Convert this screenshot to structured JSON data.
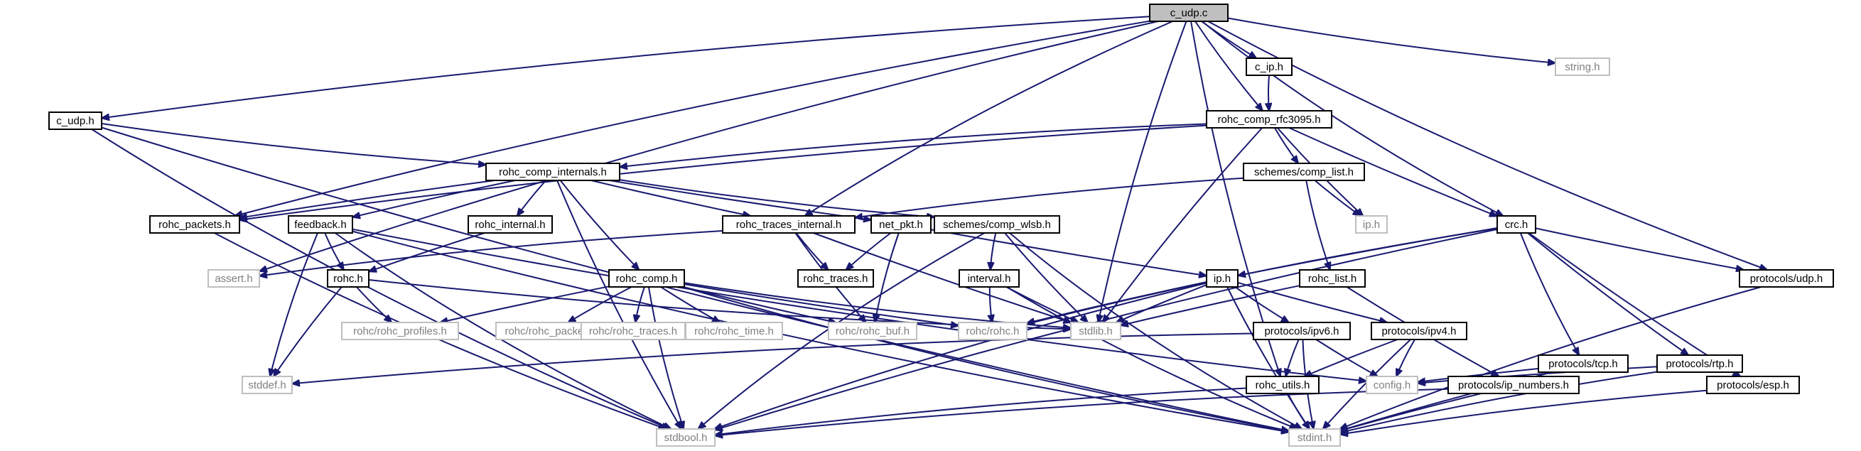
{
  "diagram": {
    "title": "",
    "colors": {
      "edge": "#191970",
      "root_fill": "#bfbfbf",
      "node_border": "#000000",
      "external_border": "#bfbfbf",
      "external_text": "#7f7f7f"
    },
    "nodes": [
      {
        "id": "c_udp_c",
        "label": "c_udp.c",
        "kind": "root"
      },
      {
        "id": "c_ip_h",
        "label": "c_ip.h",
        "kind": "file"
      },
      {
        "id": "string_h",
        "label": "string.h",
        "kind": "external"
      },
      {
        "id": "c_udp_h",
        "label": "c_udp.h",
        "kind": "file"
      },
      {
        "id": "rohc_comp_rfc3095_h",
        "label": "rohc_comp_rfc3095.h",
        "kind": "file"
      },
      {
        "id": "rohc_comp_internals_h",
        "label": "rohc_comp_internals.h",
        "kind": "file"
      },
      {
        "id": "schemes_comp_list_h",
        "label": "schemes/comp_list.h",
        "kind": "file"
      },
      {
        "id": "rohc_packets_h",
        "label": "rohc_packets.h",
        "kind": "file"
      },
      {
        "id": "feedback_h",
        "label": "feedback.h",
        "kind": "file"
      },
      {
        "id": "rohc_internal_h",
        "label": "rohc_internal.h",
        "kind": "file"
      },
      {
        "id": "rohc_traces_internal_h",
        "label": "rohc_traces_internal.h",
        "kind": "file"
      },
      {
        "id": "net_pkt_h",
        "label": "net_pkt.h",
        "kind": "file"
      },
      {
        "id": "schemes_comp_wlsb_h",
        "label": "schemes/comp_wlsb.h",
        "kind": "file"
      },
      {
        "id": "ip_h_ext",
        "label": "ip.h",
        "kind": "external"
      },
      {
        "id": "crc_h",
        "label": "crc.h",
        "kind": "file"
      },
      {
        "id": "assert_h",
        "label": "assert.h",
        "kind": "external"
      },
      {
        "id": "rohc_h",
        "label": "rohc.h",
        "kind": "file"
      },
      {
        "id": "rohc_comp_h",
        "label": "rohc_comp.h",
        "kind": "file"
      },
      {
        "id": "rohc_traces_h",
        "label": "rohc_traces.h",
        "kind": "file"
      },
      {
        "id": "interval_h",
        "label": "interval.h",
        "kind": "file"
      },
      {
        "id": "ip_h",
        "label": "ip.h",
        "kind": "file"
      },
      {
        "id": "rohc_list_h",
        "label": "rohc_list.h",
        "kind": "file"
      },
      {
        "id": "protocols_udp_h",
        "label": "protocols/udp.h",
        "kind": "file"
      },
      {
        "id": "rohc_rohc_profiles_h",
        "label": "rohc/rohc_profiles.h",
        "kind": "external"
      },
      {
        "id": "rohc_rohc_packets_h",
        "label": "rohc/rohc_packets.h",
        "kind": "external"
      },
      {
        "id": "rohc_rohc_traces_h",
        "label": "rohc/rohc_traces.h",
        "kind": "external"
      },
      {
        "id": "rohc_rohc_time_h",
        "label": "rohc/rohc_time.h",
        "kind": "external"
      },
      {
        "id": "rohc_rohc_buf_h",
        "label": "rohc/rohc_buf.h",
        "kind": "external"
      },
      {
        "id": "rohc_rohc_h",
        "label": "rohc/rohc.h",
        "kind": "external"
      },
      {
        "id": "stdlib_h",
        "label": "stdlib.h",
        "kind": "external"
      },
      {
        "id": "protocols_ipv6_h",
        "label": "protocols/ipv6.h",
        "kind": "file"
      },
      {
        "id": "protocols_ipv4_h",
        "label": "protocols/ipv4.h",
        "kind": "file"
      },
      {
        "id": "protocols_tcp_h",
        "label": "protocols/tcp.h",
        "kind": "file"
      },
      {
        "id": "protocols_rtp_h",
        "label": "protocols/rtp.h",
        "kind": "file"
      },
      {
        "id": "stddef_h",
        "label": "stddef.h",
        "kind": "external"
      },
      {
        "id": "config_h",
        "label": "config.h",
        "kind": "external"
      },
      {
        "id": "rohc_utils_h",
        "label": "rohc_utils.h",
        "kind": "file"
      },
      {
        "id": "protocols_ip_numbers_h",
        "label": "protocols/ip_numbers.h",
        "kind": "file"
      },
      {
        "id": "protocols_esp_h",
        "label": "protocols/esp.h",
        "kind": "file"
      },
      {
        "id": "stdbool_h",
        "label": "stdbool.h",
        "kind": "external"
      },
      {
        "id": "stdint_h",
        "label": "stdint.h",
        "kind": "external"
      }
    ],
    "edges": [
      [
        "c_udp_c",
        "c_ip_h"
      ],
      [
        "c_udp_c",
        "string_h"
      ],
      [
        "c_udp_c",
        "c_udp_h"
      ],
      [
        "c_udp_c",
        "rohc_comp_rfc3095_h"
      ],
      [
        "c_udp_c",
        "rohc_packets_h"
      ],
      [
        "c_udp_c",
        "rohc_traces_internal_h"
      ],
      [
        "c_udp_c",
        "crc_h"
      ],
      [
        "c_udp_c",
        "assert_h"
      ],
      [
        "c_udp_c",
        "stdlib_h"
      ],
      [
        "c_udp_c",
        "rohc_utils_h"
      ],
      [
        "c_udp_c",
        "protocols_udp_h"
      ],
      [
        "c_ip_h",
        "rohc_comp_rfc3095_h"
      ],
      [
        "c_udp_h",
        "rohc_comp_internals_h"
      ],
      [
        "c_udp_h",
        "stdbool_h"
      ],
      [
        "c_udp_h",
        "stdint_h"
      ],
      [
        "rohc_comp_rfc3095_h",
        "rohc_comp_internals_h"
      ],
      [
        "rohc_comp_rfc3095_h",
        "rohc_packets_h"
      ],
      [
        "rohc_comp_rfc3095_h",
        "schemes_comp_list_h"
      ],
      [
        "rohc_comp_rfc3095_h",
        "ip_h_ext"
      ],
      [
        "rohc_comp_rfc3095_h",
        "crc_h"
      ],
      [
        "rohc_comp_rfc3095_h",
        "stdlib_h"
      ],
      [
        "rohc_comp_internals_h",
        "rohc_packets_h"
      ],
      [
        "rohc_comp_internals_h",
        "feedback_h"
      ],
      [
        "rohc_comp_internals_h",
        "rohc_internal_h"
      ],
      [
        "rohc_comp_internals_h",
        "rohc_traces_internal_h"
      ],
      [
        "rohc_comp_internals_h",
        "net_pkt_h"
      ],
      [
        "rohc_comp_internals_h",
        "schemes_comp_wlsb_h"
      ],
      [
        "rohc_comp_internals_h",
        "rohc_comp_h"
      ],
      [
        "rohc_comp_internals_h",
        "stdbool_h"
      ],
      [
        "schemes_comp_list_h",
        "rohc_traces_internal_h"
      ],
      [
        "schemes_comp_list_h",
        "ip_h_ext"
      ],
      [
        "schemes_comp_list_h",
        "rohc_list_h"
      ],
      [
        "rohc_packets_h",
        "stdbool_h"
      ],
      [
        "feedback_h",
        "rohc_h"
      ],
      [
        "feedback_h",
        "stddef_h"
      ],
      [
        "feedback_h",
        "config_h"
      ],
      [
        "feedback_h",
        "stdbool_h"
      ],
      [
        "feedback_h",
        "stdint_h"
      ],
      [
        "rohc_internal_h",
        "rohc_h"
      ],
      [
        "rohc_traces_internal_h",
        "assert_h"
      ],
      [
        "rohc_traces_internal_h",
        "rohc_traces_h"
      ],
      [
        "rohc_traces_internal_h",
        "rohc_rohc_buf_h"
      ],
      [
        "rohc_traces_internal_h",
        "stdlib_h"
      ],
      [
        "net_pkt_h",
        "rohc_traces_h"
      ],
      [
        "net_pkt_h",
        "rohc_rohc_buf_h"
      ],
      [
        "net_pkt_h",
        "ip_h"
      ],
      [
        "schemes_comp_wlsb_h",
        "interval_h"
      ],
      [
        "schemes_comp_wlsb_h",
        "stdlib_h"
      ],
      [
        "schemes_comp_wlsb_h",
        "stdbool_h"
      ],
      [
        "schemes_comp_wlsb_h",
        "stdint_h"
      ],
      [
        "crc_h",
        "ip_h"
      ],
      [
        "crc_h",
        "protocols_udp_h"
      ],
      [
        "crc_h",
        "protocols_tcp_h"
      ],
      [
        "crc_h",
        "protocols_rtp_h"
      ],
      [
        "crc_h",
        "protocols_esp_h"
      ],
      [
        "crc_h",
        "rohc_rohc_h"
      ],
      [
        "crc_h",
        "stdbool_h"
      ],
      [
        "rohc_h",
        "rohc_rohc_profiles_h"
      ],
      [
        "rohc_h",
        "stdlib_h"
      ],
      [
        "rohc_h",
        "stddef_h"
      ],
      [
        "rohc_comp_h",
        "rohc_rohc_profiles_h"
      ],
      [
        "rohc_comp_h",
        "rohc_rohc_packets_h"
      ],
      [
        "rohc_comp_h",
        "rohc_rohc_traces_h"
      ],
      [
        "rohc_comp_h",
        "rohc_rohc_time_h"
      ],
      [
        "rohc_comp_h",
        "rohc_rohc_buf_h"
      ],
      [
        "rohc_comp_h",
        "rohc_rohc_h"
      ],
      [
        "rohc_comp_h",
        "stdlib_h"
      ],
      [
        "rohc_comp_h",
        "stdbool_h"
      ],
      [
        "rohc_comp_h",
        "stdint_h"
      ],
      [
        "interval_h",
        "rohc_rohc_h"
      ],
      [
        "interval_h",
        "stdlib_h"
      ],
      [
        "interval_h",
        "stdint_h"
      ],
      [
        "ip_h",
        "rohc_rohc_h"
      ],
      [
        "ip_h",
        "stdlib_h"
      ],
      [
        "ip_h",
        "protocols_ipv6_h"
      ],
      [
        "ip_h",
        "protocols_ipv4_h"
      ],
      [
        "ip_h",
        "stdbool_h"
      ],
      [
        "ip_h",
        "stdint_h"
      ],
      [
        "rohc_list_h",
        "stdlib_h"
      ],
      [
        "rohc_list_h",
        "protocols_ip_numbers_h"
      ],
      [
        "protocols_udp_h",
        "stdint_h"
      ],
      [
        "protocols_ipv6_h",
        "stddef_h"
      ],
      [
        "protocols_ipv6_h",
        "rohc_utils_h"
      ],
      [
        "protocols_ipv6_h",
        "config_h"
      ],
      [
        "protocols_ipv6_h",
        "stdint_h"
      ],
      [
        "protocols_ipv4_h",
        "rohc_utils_h"
      ],
      [
        "protocols_ipv4_h",
        "config_h"
      ],
      [
        "protocols_ipv4_h",
        "stdint_h"
      ],
      [
        "protocols_tcp_h",
        "config_h"
      ],
      [
        "protocols_tcp_h",
        "stdint_h"
      ],
      [
        "protocols_rtp_h",
        "config_h"
      ],
      [
        "protocols_rtp_h",
        "stdint_h"
      ],
      [
        "rohc_utils_h",
        "stdbool_h"
      ],
      [
        "rohc_utils_h",
        "stdint_h"
      ],
      [
        "protocols_ip_numbers_h",
        "stdbool_h"
      ],
      [
        "protocols_ip_numbers_h",
        "stdint_h"
      ],
      [
        "protocols_esp_h",
        "stdint_h"
      ]
    ]
  }
}
